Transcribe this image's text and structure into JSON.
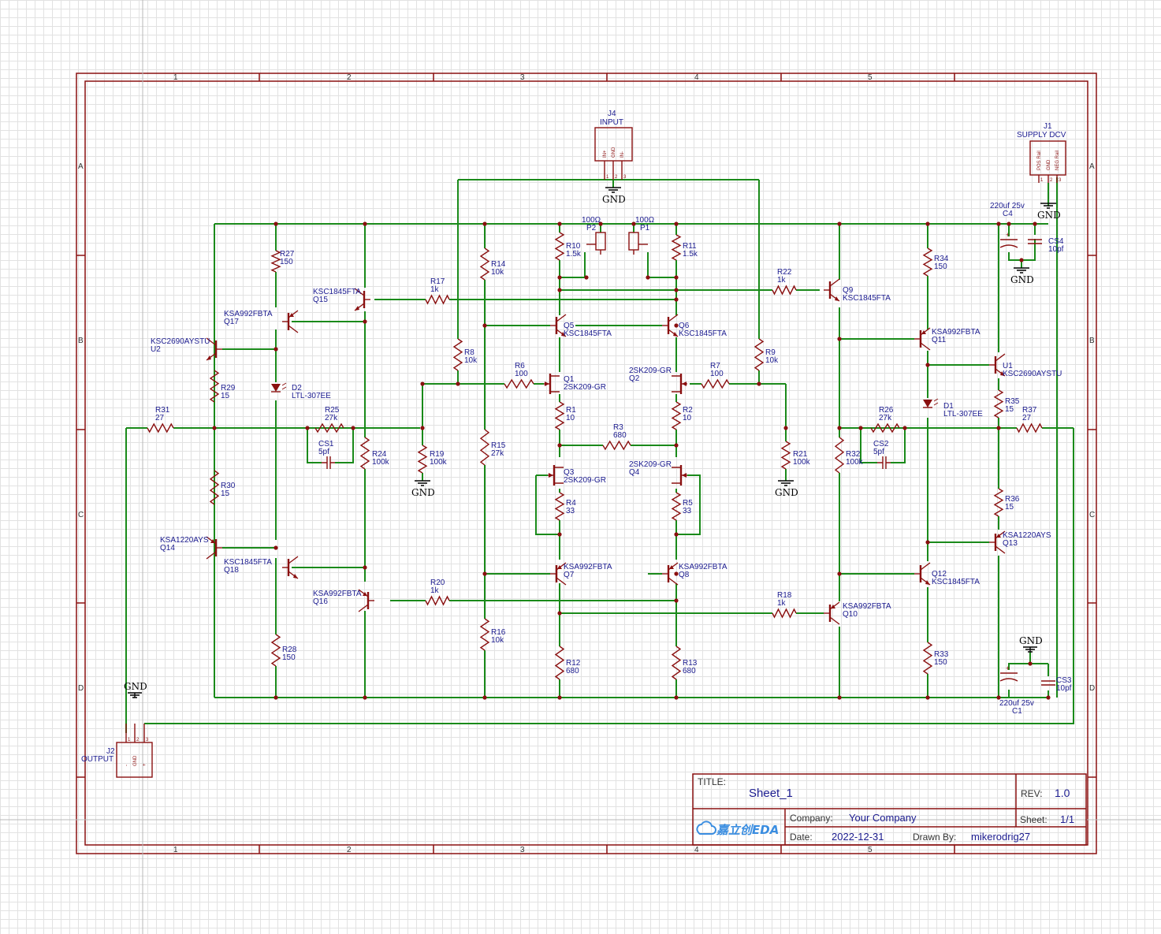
{
  "sheet": {
    "title_label": "TITLE:",
    "title": "Sheet_1",
    "rev_label": "REV:",
    "rev": "1.0",
    "company_label": "Company:",
    "company": "Your Company",
    "sheet_label": "Sheet:",
    "sheet_no": "1/1",
    "date_label": "Date:",
    "date": "2022-12-31",
    "drawn_label": "Drawn By:",
    "drawn": "mikerodrig27",
    "logo": "嘉立创EDA"
  },
  "zones": {
    "cols": [
      "1",
      "2",
      "3",
      "4",
      "5"
    ],
    "rows": [
      "A",
      "B",
      "C",
      "D"
    ]
  },
  "connectors": {
    "j4": {
      "ref": "J4",
      "name": "INPUT",
      "pins": [
        "IN+",
        "GND",
        "IN-"
      ],
      "nums": [
        "1",
        "2",
        "3"
      ]
    },
    "j1": {
      "ref": "J1",
      "name": "SUPPLY DCV",
      "pins": [
        "POS Rail",
        "GND",
        "NEG Rail"
      ],
      "nums": [
        "1",
        "2",
        "3"
      ]
    },
    "j2": {
      "ref": "J2",
      "name": "OUTPUT",
      "pins": [
        "-",
        "GND",
        "+"
      ],
      "nums": [
        "1",
        "2",
        "3"
      ]
    }
  },
  "gnd": "GND",
  "resistors": [
    {
      "ref": "R27",
      "val": "150"
    },
    {
      "ref": "R29",
      "val": "15"
    },
    {
      "ref": "R31",
      "val": "27"
    },
    {
      "ref": "R25",
      "val": "27k"
    },
    {
      "ref": "R30",
      "val": "15"
    },
    {
      "ref": "R24",
      "val": "100k"
    },
    {
      "ref": "R28",
      "val": "150"
    },
    {
      "ref": "R17",
      "val": "1k"
    },
    {
      "ref": "R14",
      "val": "10k"
    },
    {
      "ref": "R8",
      "val": "10k"
    },
    {
      "ref": "R6",
      "val": "100"
    },
    {
      "ref": "R19",
      "val": "100k"
    },
    {
      "ref": "R15",
      "val": "27k"
    },
    {
      "ref": "R20",
      "val": "1k"
    },
    {
      "ref": "R16",
      "val": "10k"
    },
    {
      "ref": "R10",
      "val": "1.5k"
    },
    {
      "ref": "R11",
      "val": "1.5k"
    },
    {
      "ref": "R1",
      "val": "10"
    },
    {
      "ref": "R2",
      "val": "10"
    },
    {
      "ref": "R3",
      "val": "680"
    },
    {
      "ref": "R4",
      "val": "33"
    },
    {
      "ref": "R5",
      "val": "33"
    },
    {
      "ref": "R12",
      "val": "680"
    },
    {
      "ref": "R13",
      "val": "680"
    },
    {
      "ref": "R7",
      "val": "100"
    },
    {
      "ref": "R9",
      "val": "10k"
    },
    {
      "ref": "R21",
      "val": "100k"
    },
    {
      "ref": "R22",
      "val": "1k"
    },
    {
      "ref": "R18",
      "val": "1k"
    },
    {
      "ref": "R34",
      "val": "150"
    },
    {
      "ref": "R32",
      "val": "100k"
    },
    {
      "ref": "R26",
      "val": "27k"
    },
    {
      "ref": "R35",
      "val": "15"
    },
    {
      "ref": "R37",
      "val": "27"
    },
    {
      "ref": "R36",
      "val": "15"
    },
    {
      "ref": "R33",
      "val": "150"
    }
  ],
  "pots": [
    {
      "ref": "P2",
      "val": "100Ω"
    },
    {
      "ref": "P1",
      "val": "100Ω"
    }
  ],
  "capacitors": [
    {
      "ref": "CS1",
      "val": "5pf"
    },
    {
      "ref": "CS2",
      "val": "5pf"
    },
    {
      "ref": "C4",
      "val": "220uf 25v"
    },
    {
      "ref": "CS4",
      "val": "10pf"
    },
    {
      "ref": "C1",
      "val": "220uf 25v"
    },
    {
      "ref": "CS3",
      "val": "10pf"
    }
  ],
  "diodes": [
    {
      "ref": "D2",
      "val": "LTL-307EE"
    },
    {
      "ref": "D1",
      "val": "LTL-307EE"
    }
  ],
  "transistors": [
    {
      "ref": "Q17",
      "part": "KSA992FBTA"
    },
    {
      "ref": "Q15",
      "part": "KSC1845FTA"
    },
    {
      "ref": "U2",
      "part": "KSC2690AYSTU"
    },
    {
      "ref": "Q14",
      "part": "KSA1220AYS"
    },
    {
      "ref": "Q18",
      "part": "KSC1845FTA"
    },
    {
      "ref": "Q16",
      "part": "KSA992FBTA"
    },
    {
      "ref": "Q5",
      "part": "KSC1845FTA"
    },
    {
      "ref": "Q6",
      "part": "KSC1845FTA"
    },
    {
      "ref": "Q1",
      "part": "2SK209-GR"
    },
    {
      "ref": "Q2",
      "part": "2SK209-GR"
    },
    {
      "ref": "Q3",
      "part": "2SK209-GR"
    },
    {
      "ref": "Q4",
      "part": "2SK209-GR"
    },
    {
      "ref": "Q7",
      "part": "KSA992FBTA"
    },
    {
      "ref": "Q8",
      "part": "KSA992FBTA"
    },
    {
      "ref": "Q9",
      "part": "KSC1845FTA"
    },
    {
      "ref": "Q11",
      "part": "KSA992FBTA"
    },
    {
      "ref": "U1",
      "part": "KSC2690AYSTU"
    },
    {
      "ref": "Q13",
      "part": "KSA1220AYS"
    },
    {
      "ref": "Q12",
      "part": "KSC1845FTA"
    },
    {
      "ref": "Q10",
      "part": "KSA992FBTA"
    }
  ]
}
